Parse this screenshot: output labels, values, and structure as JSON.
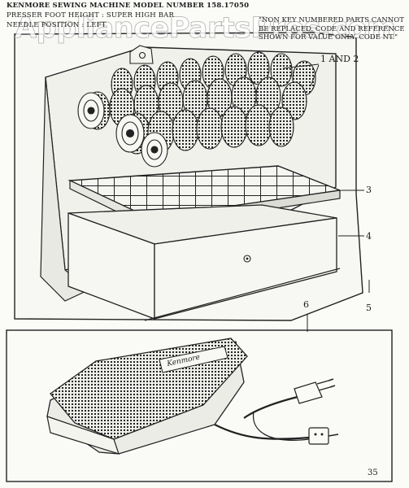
{
  "header": {
    "line1": "KENMORE SEWING MACHINE MODEL NUMBER 158.17050",
    "line2": "PRESSER FOOT HEIGHT : SUPER HIGH BAR",
    "line3": "NEEDLE POSITION : LEFT"
  },
  "note": "\"NON KEY NUMBERED PARTS CANNOT BE REPLACED. CODE AND REFERENCE SHOWN FOR VALUE ONLY. CODE NT.\"",
  "watermark": "AppliancePartsPros.com",
  "callouts": {
    "c1": "1 AND 2",
    "c3": "3",
    "c4": "4",
    "c5": "5",
    "c6": "6"
  },
  "pedal_brand": "Kenmore",
  "page_number": "35"
}
